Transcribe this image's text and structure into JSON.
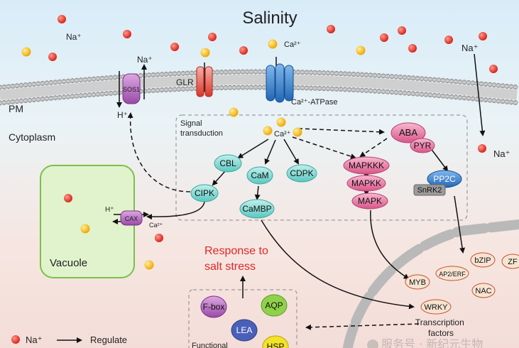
{
  "title": "Salinity",
  "labels": {
    "pm": "PM",
    "cytoplasm": "Cytoplasm",
    "vacuole": "Vacuole",
    "signal_transduction": "Signal\ntransduction",
    "response": "Response to\nsalt stress",
    "transcription_factors": "Transcription\nfactors",
    "functional": "Functional",
    "na_plus": "Na⁺",
    "h_plus": "H⁺",
    "ca2": "Ca²⁺"
  },
  "channels": {
    "sos1": "SOS1",
    "glr": "GLR",
    "atpase": "Ca²⁺-ATPase",
    "cax": "CAX"
  },
  "nodes": {
    "cbl": "CBL",
    "cipk": "CIPK",
    "cam": "CaM",
    "camBP": "CaMBP",
    "cdpk": "CDPK",
    "aba": "ABA",
    "pyr": "PYR",
    "pp2c": "PP2C",
    "snrk2": "SnRK2",
    "mapkkk": "MAPKKK",
    "mapkk": "MAPKK",
    "mapk": "MAPK"
  },
  "tfs": {
    "myb": "MYB",
    "ap2": "AP2/ERF",
    "bzip": "bZIP",
    "zf": "ZF",
    "nac": "NAC",
    "wrky": "WRKY"
  },
  "functional_genes": {
    "fbox": "F-box",
    "aqp": "AQP",
    "lea": "LEA",
    "hsp": "HSP"
  },
  "legend": {
    "na": "Na⁺",
    "regulate": "Regulate"
  },
  "watermark": "服务号 · 新纪元生物",
  "colors": {
    "na_ion": "#e8342b",
    "ca_ion": "#f5b614",
    "response_text": "#e0262a",
    "vacuole_fill": "#e1f3cc",
    "vacuole_stroke": "#7ac04b"
  }
}
